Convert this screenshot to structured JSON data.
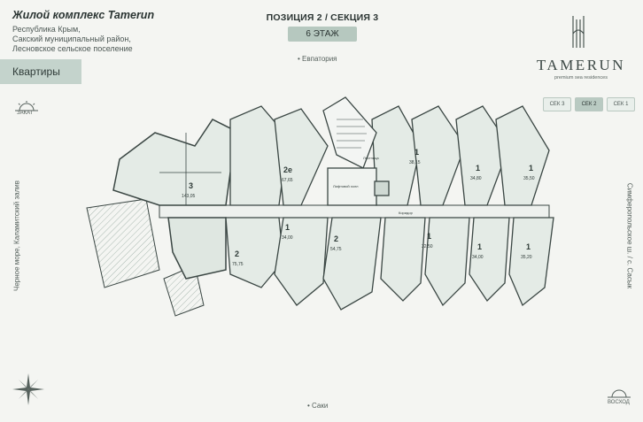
{
  "header": {
    "complex_title": "Жилой комплекс Tamerun",
    "address_lines": [
      "Республика Крым,",
      "Сакский муниципальный район,",
      "Лесновское сельское поселение"
    ]
  },
  "position": {
    "title": "ПОЗИЦИЯ 2 / СЕКЦИЯ 3",
    "floor": "6 ЭТАЖ"
  },
  "tab": {
    "label": "Квартиры"
  },
  "logo": {
    "name": "TAMERUN",
    "tagline": "premium sea residences"
  },
  "sections": [
    {
      "label": "СЕК 3",
      "active": false
    },
    {
      "label": "СЕК 2",
      "active": true
    },
    {
      "label": "СЕК 1",
      "active": false
    }
  ],
  "directions": {
    "top": "Евпатория",
    "bottom": "Саки",
    "left": "Черное море, Каламитский залив",
    "right": "Симферопольское ш. / с. Сасык",
    "sunset": "ЗАКАТ",
    "sunrise": "ВОСХОД"
  },
  "plan": {
    "common": {
      "stair": "Лестница",
      "lift": "Лифтовой холл",
      "corridor": "Коридор"
    },
    "apartments": [
      {
        "rooms": "3",
        "area": "143,05"
      },
      {
        "rooms": "2е",
        "area": "67,65"
      },
      {
        "rooms": "1",
        "area": "38,15"
      },
      {
        "rooms": "1",
        "area": "34,80"
      },
      {
        "rooms": "1",
        "area": "35,50"
      },
      {
        "rooms": "2",
        "area": "75,75"
      },
      {
        "rooms": "1",
        "area": "34,00"
      },
      {
        "rooms": "2",
        "area": "54,75"
      },
      {
        "rooms": "1",
        "area": "32,50"
      },
      {
        "rooms": "1",
        "area": "34,00"
      },
      {
        "rooms": "1",
        "area": "35,20"
      }
    ]
  },
  "colors": {
    "wall": "#3b4744",
    "room_fill": "#e4ebe6",
    "room_fill_alt": "#d2ddd6",
    "terrace": "#c9d8d0",
    "accent": "#b6c8bf"
  }
}
